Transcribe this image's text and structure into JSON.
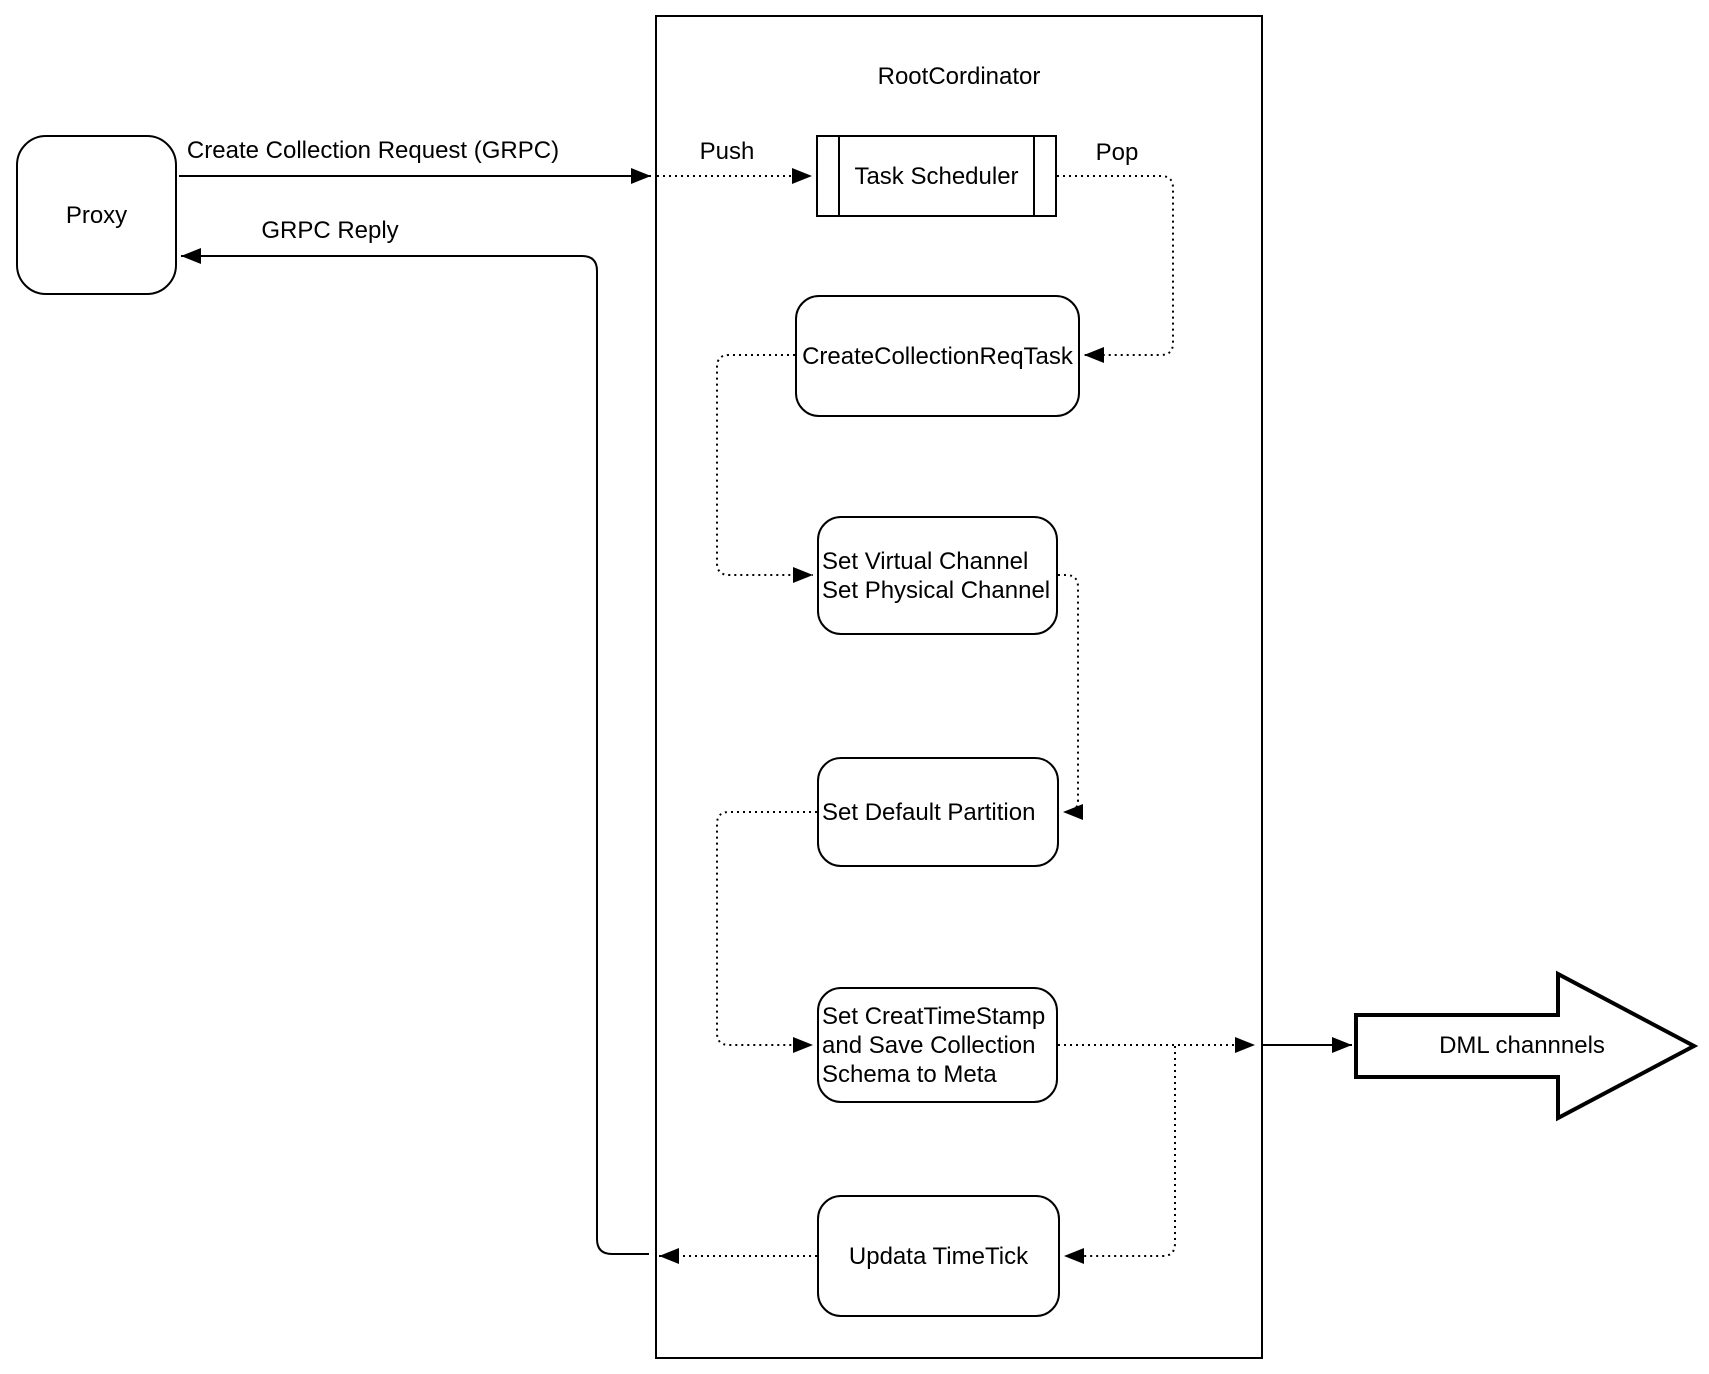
{
  "diagram": {
    "title": "RootCordinator",
    "colors": {
      "stroke": "#000000",
      "background": "#ffffff",
      "text": "#000000"
    },
    "nodes": {
      "proxy": {
        "label": "Proxy"
      },
      "task_scheduler": {
        "label": "Task Scheduler"
      },
      "create_collection_req_task": {
        "label": "CreateCollectionReqTask"
      },
      "set_channels": {
        "lines": [
          "Set Virtual Channel",
          "Set Physical Channel"
        ]
      },
      "set_default_partition": {
        "label": "Set Default Partition"
      },
      "set_timestamp_save_schema": {
        "lines": [
          "Set CreatTimeStamp",
          "and Save Collection",
          "Schema to Meta"
        ]
      },
      "update_timetick": {
        "label": "Updata TimeTick"
      },
      "dml_channels": {
        "label": "DML channnels"
      }
    },
    "edge_labels": {
      "create_collection_request": "Create Collection Request (GRPC)",
      "grpc_reply": "GRPC Reply",
      "push": "Push",
      "pop": "Pop"
    }
  }
}
